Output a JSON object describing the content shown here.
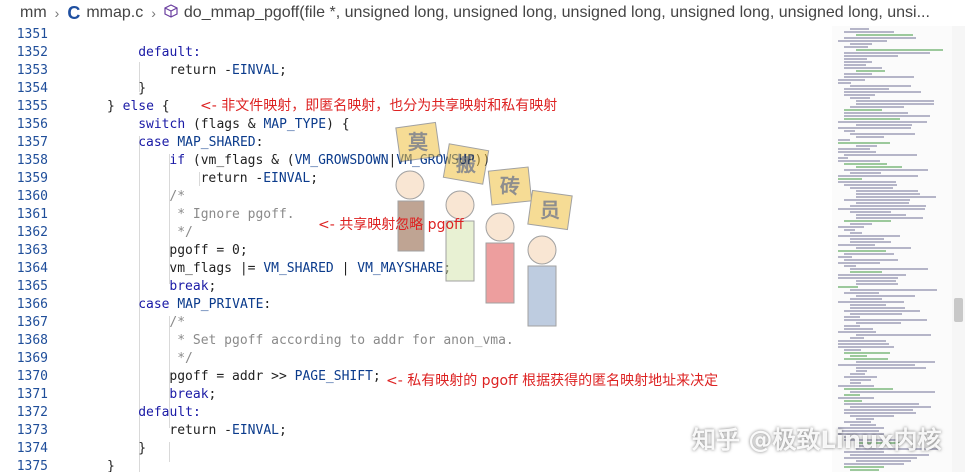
{
  "breadcrumb": {
    "folder": "mm",
    "file": "mmap.c",
    "symbol": "do_mmap_pgoff(file *, unsigned long, unsigned long, unsigned long, unsigned long, unsigned long, unsi..."
  },
  "code_lines": [
    {
      "num": "1351",
      "parts": []
    },
    {
      "num": "1352",
      "parts": [
        {
          "t": "default:",
          "c": "kw"
        }
      ]
    },
    {
      "num": "1353",
      "parts": [
        {
          "t": "return -",
          "c": ""
        },
        {
          "t": "EINVAL",
          "c": "mac"
        },
        {
          "t": ";",
          "c": ""
        }
      ]
    },
    {
      "num": "1354",
      "parts": [
        {
          "t": "}",
          "c": ""
        }
      ]
    },
    {
      "num": "1355",
      "parts": [
        {
          "t": "} ",
          "c": ""
        },
        {
          "t": "else",
          "c": "kw"
        },
        {
          "t": " {",
          "c": ""
        }
      ]
    },
    {
      "num": "1356",
      "parts": [
        {
          "t": "switch",
          "c": "kw"
        },
        {
          "t": " (flags & ",
          "c": ""
        },
        {
          "t": "MAP_TYPE",
          "c": "mac"
        },
        {
          "t": ") {",
          "c": ""
        }
      ]
    },
    {
      "num": "1357",
      "parts": [
        {
          "t": "case",
          "c": "kw"
        },
        {
          "t": " ",
          "c": ""
        },
        {
          "t": "MAP_SHARED",
          "c": "mac"
        },
        {
          "t": ":",
          "c": ""
        }
      ]
    },
    {
      "num": "1358",
      "parts": [
        {
          "t": "if",
          "c": "kw"
        },
        {
          "t": " (vm_flags & (",
          "c": ""
        },
        {
          "t": "VM_GROWSDOWN",
          "c": "mac"
        },
        {
          "t": "|",
          "c": ""
        },
        {
          "t": "VM_GROWSUP",
          "c": "mac"
        },
        {
          "t": "))",
          "c": ""
        }
      ]
    },
    {
      "num": "1359",
      "parts": [
        {
          "t": "return -",
          "c": ""
        },
        {
          "t": "EINVAL",
          "c": "mac"
        },
        {
          "t": ";",
          "c": ""
        }
      ]
    },
    {
      "num": "1360",
      "parts": [
        {
          "t": "/*",
          "c": "cm"
        }
      ]
    },
    {
      "num": "1361",
      "parts": [
        {
          "t": " * Ignore pgoff.",
          "c": "cm"
        }
      ]
    },
    {
      "num": "1362",
      "parts": [
        {
          "t": " */",
          "c": "cm"
        }
      ]
    },
    {
      "num": "1363",
      "parts": [
        {
          "t": "pgoff = 0;",
          "c": ""
        }
      ]
    },
    {
      "num": "1364",
      "parts": [
        {
          "t": "vm_flags |= ",
          "c": ""
        },
        {
          "t": "VM_SHARED",
          "c": "mac"
        },
        {
          "t": " | ",
          "c": ""
        },
        {
          "t": "VM_MAYSHARE",
          "c": "mac"
        },
        {
          "t": ";",
          "c": ""
        }
      ]
    },
    {
      "num": "1365",
      "parts": [
        {
          "t": "break",
          "c": "kw"
        },
        {
          "t": ";",
          "c": ""
        }
      ]
    },
    {
      "num": "1366",
      "parts": [
        {
          "t": "case",
          "c": "kw"
        },
        {
          "t": " ",
          "c": ""
        },
        {
          "t": "MAP_PRIVATE",
          "c": "mac"
        },
        {
          "t": ":",
          "c": ""
        }
      ]
    },
    {
      "num": "1367",
      "parts": [
        {
          "t": "/*",
          "c": "cm"
        }
      ]
    },
    {
      "num": "1368",
      "parts": [
        {
          "t": " * Set pgoff according to addr for anon_vma.",
          "c": "cm"
        }
      ]
    },
    {
      "num": "1369",
      "parts": [
        {
          "t": " */",
          "c": "cm"
        }
      ]
    },
    {
      "num": "1370",
      "parts": [
        {
          "t": "pgoff = addr >> ",
          "c": ""
        },
        {
          "t": "PAGE_SHIFT",
          "c": "mac"
        },
        {
          "t": ";",
          "c": ""
        }
      ]
    },
    {
      "num": "1371",
      "parts": [
        {
          "t": "break",
          "c": "kw"
        },
        {
          "t": ";",
          "c": ""
        }
      ]
    },
    {
      "num": "1372",
      "parts": [
        {
          "t": "default:",
          "c": "kw"
        }
      ]
    },
    {
      "num": "1373",
      "parts": [
        {
          "t": "return -",
          "c": ""
        },
        {
          "t": "EINVAL",
          "c": "mac"
        },
        {
          "t": ";",
          "c": ""
        }
      ]
    },
    {
      "num": "1374",
      "parts": [
        {
          "t": "}",
          "c": ""
        }
      ]
    },
    {
      "num": "1375",
      "parts": [
        {
          "t": "}",
          "c": ""
        }
      ]
    }
  ],
  "annotations": {
    "anon_mapping": "<-  非文件映射，即匿名映射，也分为共享映射和私有映射",
    "shared_ignore": "<-  共享映射忽略 pgoff",
    "private_pgoff": "<-  私有映射的 pgoff 根据获得的匿名映射地址来决定"
  },
  "mascot_text": [
    "莫",
    "搬",
    "砖",
    "员"
  ],
  "watermark": "知乎 @极致Linux内核"
}
